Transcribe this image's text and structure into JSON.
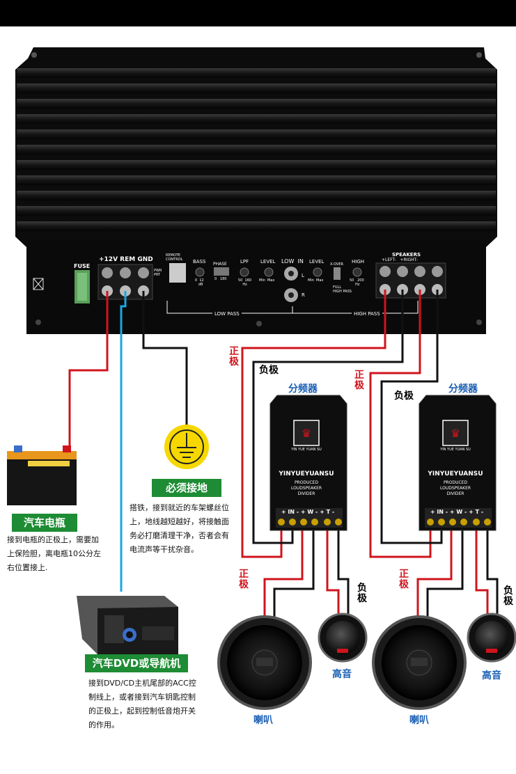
{
  "amp": {
    "fuse": "FUSE",
    "power_terminals": "+12V  REM  GND",
    "remote_control": "REMOTE\nCONTROL",
    "bass": "BASS",
    "bass_scale": "0  12\n   dB",
    "pwr_prt": "PWR\nPRT",
    "phase": "PHASE",
    "phase_scale": "0   180",
    "lpf": "LPF",
    "lpf_scale": "50  160\n    Hz",
    "level_low": "LEVEL",
    "level_low_scale": "Min  Max",
    "low_in": "LOW  IN",
    "low_in_l": "L",
    "low_in_r": "R",
    "level_high": "LEVEL",
    "level_high_scale": "Min  Max",
    "xover": "X-OVER",
    "xover_full": "FULL",
    "xover_high_pass": "HIGH PASS",
    "high": "HIGH",
    "high_scale": "50   200\n     Hz",
    "speakers": "SPEAKERS",
    "speakers_sub": "+LEFT-   +RIGHT-",
    "low_pass": "LOW PASS",
    "high_pass": "HIGH PASS"
  },
  "labels": {
    "positive": "正极",
    "negative": "负极",
    "crossover": "分频器",
    "tweeter": "高音",
    "woofer": "喇叭"
  },
  "crossover_box": {
    "brand": "YINYUEYUANSU",
    "sub_brand": "YIN YUE YUAN SU",
    "line1": "PRODUCED",
    "line2": "LOUDSPEAKER",
    "line3": "DIVIDER",
    "terminals": "+ IN - + W - + T -"
  },
  "ground": {
    "title": "必须接地",
    "desc": [
      "搭铁，接到就近的车架螺丝位",
      "上，地线越短越好，将接触面",
      "务必打磨清理干净，否者会有",
      "电流声等干扰杂音。"
    ]
  },
  "battery": {
    "title": "汽车电瓶",
    "desc": [
      "接到电瓶的正极上，需要加",
      "上保险胆，离电瓶10公分左",
      "右位置接上."
    ]
  },
  "head_unit": {
    "title": "汽车DVD或导航机",
    "desc": [
      "接到DVD/CD主机尾部的ACC控",
      "制线上，或者接到汽车钥匙控制",
      "的正极上，起到控制低音炮开关",
      "的作用。"
    ]
  },
  "colors": {
    "positive_wire": "#d0141c",
    "negative_wire": "#111111",
    "remote_wire": "#1aa7e0",
    "badge_green": "#1e8c34",
    "ground_yellow": "#f6d800"
  }
}
